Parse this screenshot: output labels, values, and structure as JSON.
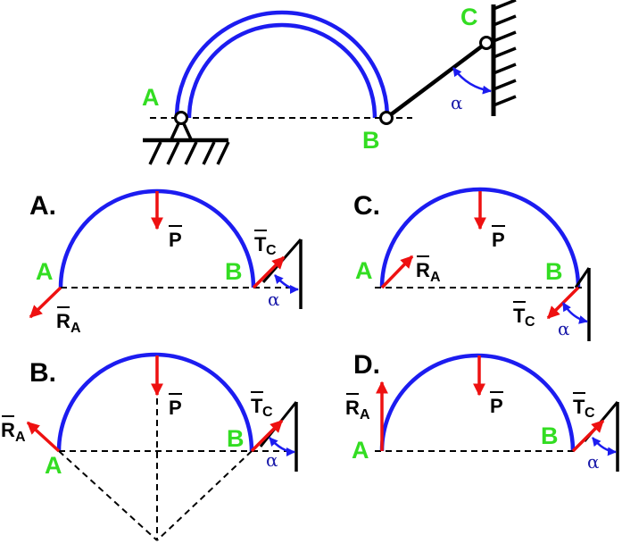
{
  "top": {
    "labels": {
      "A": "A",
      "B": "B",
      "C": "C",
      "alpha": "α"
    }
  },
  "options": [
    {
      "letter": "A.",
      "point_a": "A",
      "point_b": "B",
      "force_p": "P",
      "force_ra": "R",
      "force_ra_sub": "A",
      "force_tc": "T",
      "force_tc_sub": "C",
      "alpha": "α"
    },
    {
      "letter": "B.",
      "point_a": "A",
      "point_b": "B",
      "force_p": "P",
      "force_ra": "R",
      "force_ra_sub": "A",
      "force_tc": "T",
      "force_tc_sub": "C",
      "alpha": "α"
    },
    {
      "letter": "C.",
      "point_a": "A",
      "point_b": "B",
      "force_p": "P",
      "force_ra": "R",
      "force_ra_sub": "A",
      "force_tc": "T",
      "force_tc_sub": "C",
      "alpha": "α"
    },
    {
      "letter": "D.",
      "point_a": "A",
      "point_b": "B",
      "force_p": "P",
      "force_ra": "R",
      "force_ra_sub": "A",
      "force_tc": "T",
      "force_tc_sub": "C",
      "alpha": "α"
    }
  ],
  "colors": {
    "arc": "#1c1cf0",
    "force": "#ee1111",
    "point_label": "#33dd22",
    "alpha": "#1a1aaa"
  }
}
